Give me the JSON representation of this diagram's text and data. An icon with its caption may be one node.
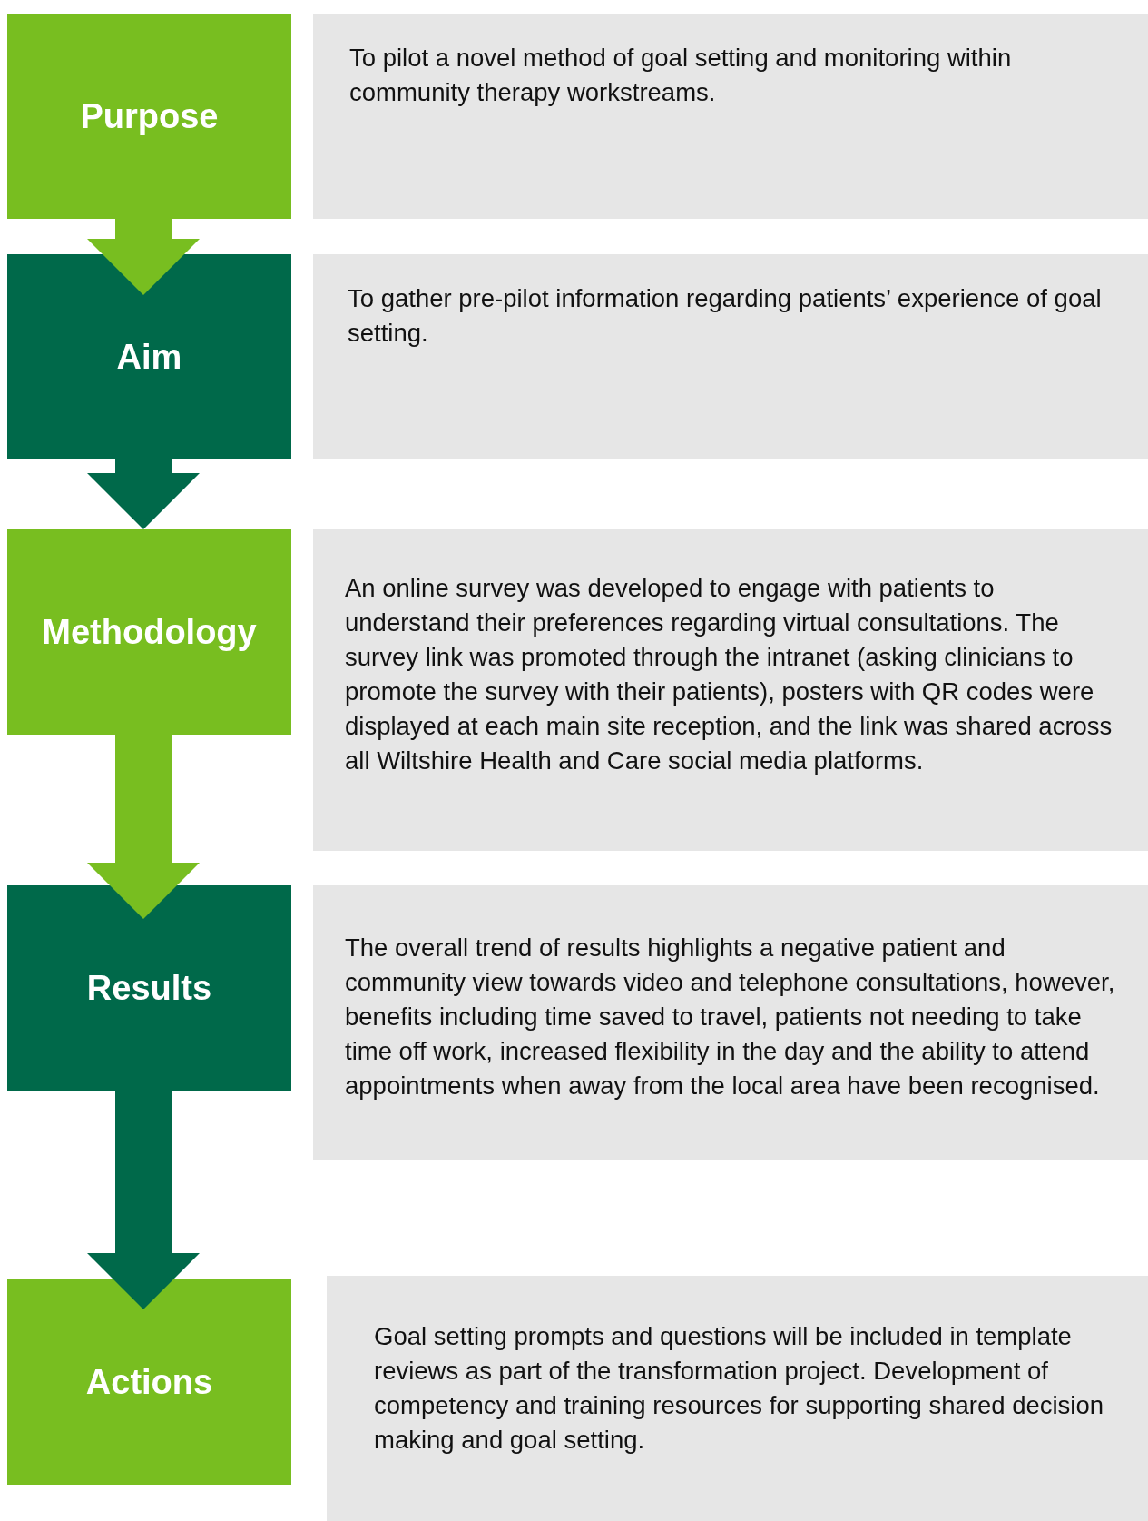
{
  "diagram": {
    "nodes": [
      {
        "text": [
          "Purpose"
        ]
      },
      {
        "text": [
          "To pilot a novel method of goal setting and monitoring within community therapy workstreams."
        ]
      },
      {
        "text": [
          "Aim"
        ]
      },
      {
        "text": [
          "To gather pre-pilot information regarding patients’ experience of goal setting."
        ]
      },
      {
        "text": [
          "Methodology"
        ]
      },
      {
        "text": [
          "An online survey was developed to engage with patients to understand their preferences regarding virtual consultations. The survey link was promoted through the intranet (asking clinicians to promote the survey with their patients), posters with QR codes were displayed at each main site reception, and the link was shared across all Wiltshire Health and Care social media platforms."
        ]
      },
      {
        "text": [
          "Results"
        ]
      },
      {
        "text": [
          "The overall trend of results highlights a negative patient and community view towards video and telephone consultations, however, benefits including time saved to travel, patients not needing to take time off work, increased flexibility in the day and the ability to attend appointments when away from the local area have been recognised."
        ]
      },
      {
        "text": [
          "Actions"
        ]
      },
      {
        "text": [
          "Goal setting prompts and questions will be included in template reviews as part of the transformation project. Development of competency and training resources for supporting shared decision making and goal setting."
        ]
      }
    ],
    "edges": [
      {
        "from": 0,
        "to": 2,
        "arrow": "to",
        "color": "#78be20"
      },
      {
        "from": 2,
        "to": 4,
        "arrow": "to",
        "color": "#00694a"
      },
      {
        "from": 4,
        "to": 6,
        "arrow": "to",
        "color": "#78be20"
      },
      {
        "from": 6,
        "to": 8,
        "arrow": "to",
        "color": "#00694a"
      }
    ]
  }
}
